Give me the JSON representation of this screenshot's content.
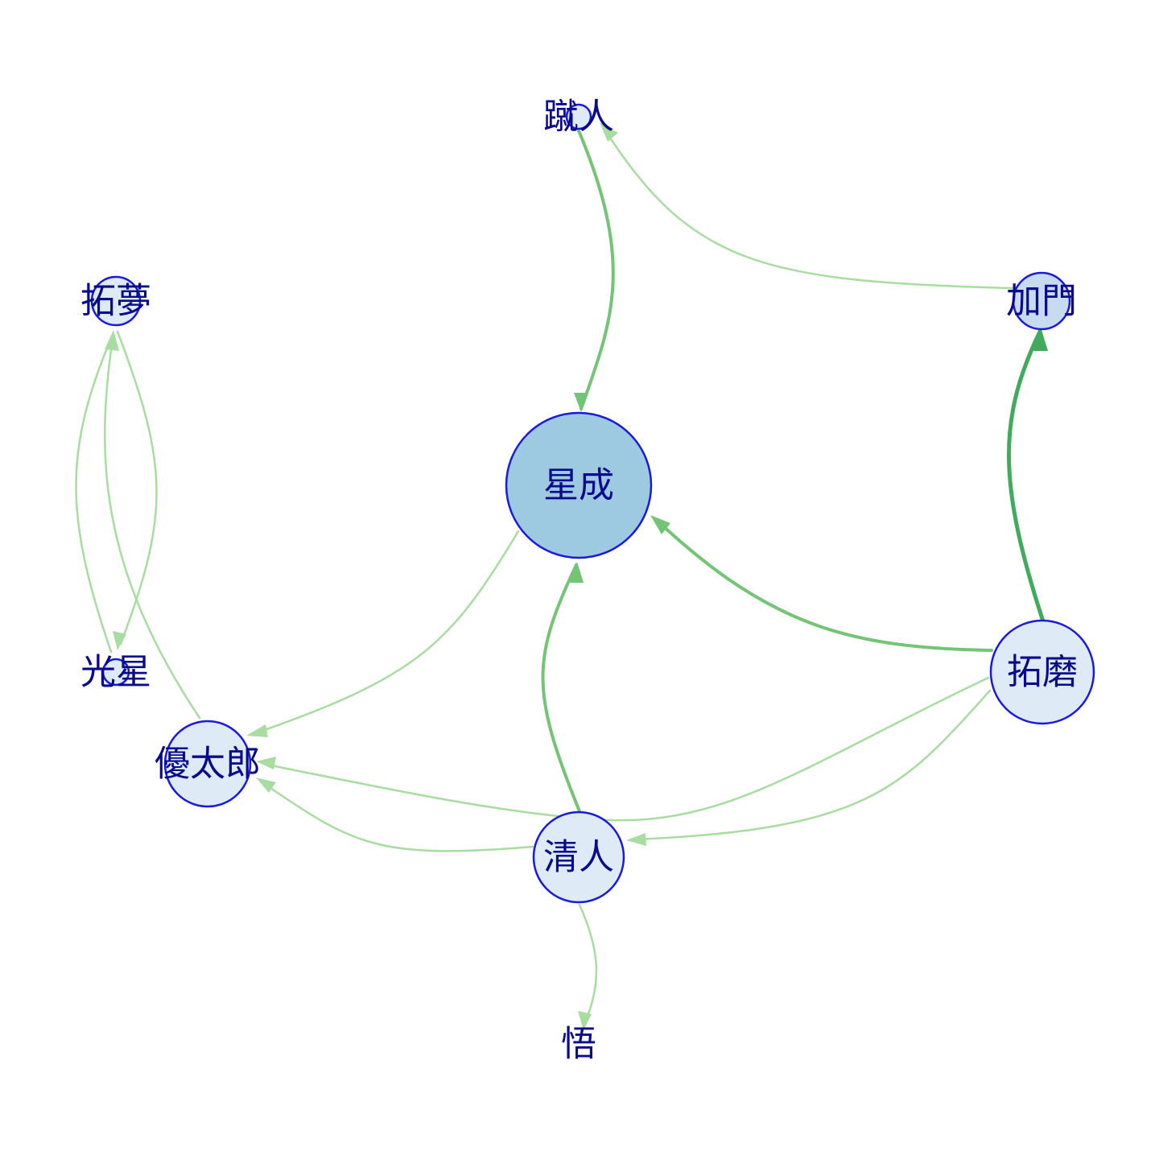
{
  "colors": {
    "edge_light": "#a8dca0",
    "edge_mid": "#74c476",
    "edge_dark": "#41ab5d",
    "node_pale": "#deebf7",
    "node_light": "#c6dbef",
    "node_mid": "#9ecae1",
    "node_border": "#1a1adf",
    "label": "#0a0a8c"
  },
  "nodes": [
    {
      "id": "n_shusei",
      "label": "星成",
      "fill": "node_mid"
    },
    {
      "id": "n_keto",
      "label": "蹴人",
      "fill": "node_pale"
    },
    {
      "id": "n_kamon",
      "label": "加門",
      "fill": "node_light"
    },
    {
      "id": "n_takuma",
      "label": "拓磨",
      "fill": "node_pale"
    },
    {
      "id": "n_kiyoto",
      "label": "清人",
      "fill": "node_pale"
    },
    {
      "id": "n_yutaro",
      "label": "優太郎",
      "fill": "node_pale"
    },
    {
      "id": "n_takumu",
      "label": "拓夢",
      "fill": "node_pale"
    },
    {
      "id": "n_kosei",
      "label": "光星",
      "fill": "node_pale"
    },
    {
      "id": "n_satoru",
      "label": "悟",
      "fill": "node_pale"
    }
  ],
  "edges": [
    {
      "from": "蹴人",
      "to": "星成",
      "strength": "mid"
    },
    {
      "from": "加門",
      "to": "蹴人",
      "strength": "light"
    },
    {
      "from": "拓磨",
      "to": "加門",
      "strength": "dark"
    },
    {
      "from": "拓磨",
      "to": "星成",
      "strength": "mid"
    },
    {
      "from": "清人",
      "to": "星成",
      "strength": "mid"
    },
    {
      "from": "星成",
      "to": "優太郎",
      "strength": "light"
    },
    {
      "from": "拓磨",
      "to": "優太郎",
      "strength": "light"
    },
    {
      "from": "拓磨",
      "to": "清人",
      "strength": "light"
    },
    {
      "from": "清人",
      "to": "優太郎",
      "strength": "light"
    },
    {
      "from": "清人",
      "to": "悟",
      "strength": "light"
    },
    {
      "from": "優太郎",
      "to": "拓夢",
      "strength": "light"
    },
    {
      "from": "光星",
      "to": "拓夢",
      "strength": "light"
    },
    {
      "from": "拓夢",
      "to": "光星",
      "strength": "light"
    }
  ]
}
